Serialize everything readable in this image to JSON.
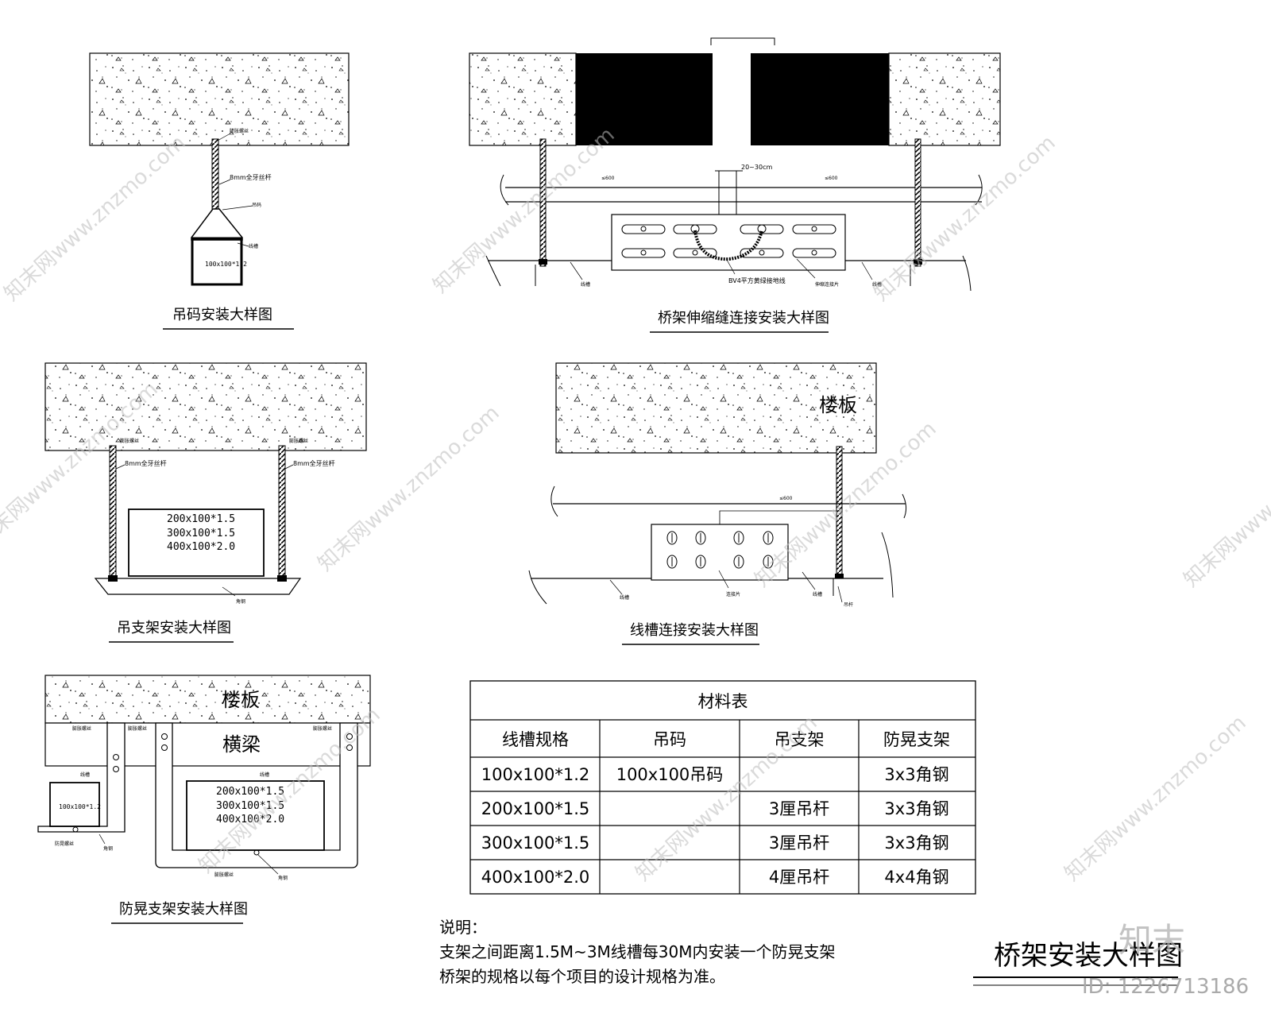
{
  "drawing_title": "桥架安装大样图",
  "image_id": "ID: 1226713186",
  "logo_text": "知末",
  "watermark_text": "知末网www.znzmo.com",
  "d1": {
    "caption": "吊码安装大样图",
    "rod_label": "8mm全牙丝杆",
    "anchor_label": "膨胀螺丝",
    "hanger_label": "吊码",
    "tray_label": "线槽",
    "tray_spec": "100x100*1.2"
  },
  "d2": {
    "caption": "桥架伸缩缝连接安装大样图",
    "gap_label": "20~30cm",
    "left_len": "≤600",
    "right_len": "≤600",
    "cable_label": "BV4平方黄绿接地线",
    "joint_label": "伸缩连接片",
    "tray_left": "线槽",
    "tray_right": "线槽"
  },
  "d3": {
    "caption": "吊支架安装大样图",
    "anchor_left": "膨胀螺丝",
    "anchor_right": "膨胀螺丝",
    "rod_left": "8mm全牙丝杆",
    "rod_right": "8mm全牙丝杆",
    "specs": [
      "200x100*1.5",
      "300x100*1.5",
      "400x100*2.0"
    ],
    "steel_label": "角钢"
  },
  "d4": {
    "caption": "线槽连接安装大样图",
    "slab_label": "楼板",
    "length_label": "≤600",
    "tray_left": "线槽",
    "joint_label": "连接片",
    "tray_right": "线槽",
    "rod_label": "吊杆"
  },
  "d5": {
    "caption": "防晃支架安装大样图",
    "slab_label": "楼板",
    "beam_label": "横梁",
    "anchors": [
      "膨胀螺丝",
      "膨胀螺丝",
      "膨胀螺丝"
    ],
    "tray_label_small": "线槽",
    "tray_spec_small": "100x100*1.2",
    "anchor_small": "防晃螺丝",
    "steel_small": "角钢",
    "tray_label_big": "线槽",
    "specs": [
      "200x100*1.5",
      "300x100*1.5",
      "400x100*2.0"
    ],
    "anchor_bottom": "膨胀螺丝",
    "steel_big": "角钢"
  },
  "table": {
    "title": "材料表",
    "headers": [
      "线槽规格",
      "吊码",
      "吊支架",
      "防晃支架"
    ],
    "rows": [
      [
        "100x100*1.2",
        "100x100吊码",
        "",
        "3x3角钢"
      ],
      [
        "200x100*1.5",
        "",
        "3厘吊杆",
        "3x3角钢"
      ],
      [
        "300x100*1.5",
        "",
        "3厘吊杆",
        "3x3角钢"
      ],
      [
        "400x100*2.0",
        "",
        "4厘吊杆",
        "4x4角钢"
      ]
    ]
  },
  "notes": {
    "heading": "说明：",
    "lines": [
      "支架之间距离1.5M~3M线槽每30M内安装一个防晃支架",
      "桥架的规格以每个项目的设计规格为准。"
    ]
  }
}
